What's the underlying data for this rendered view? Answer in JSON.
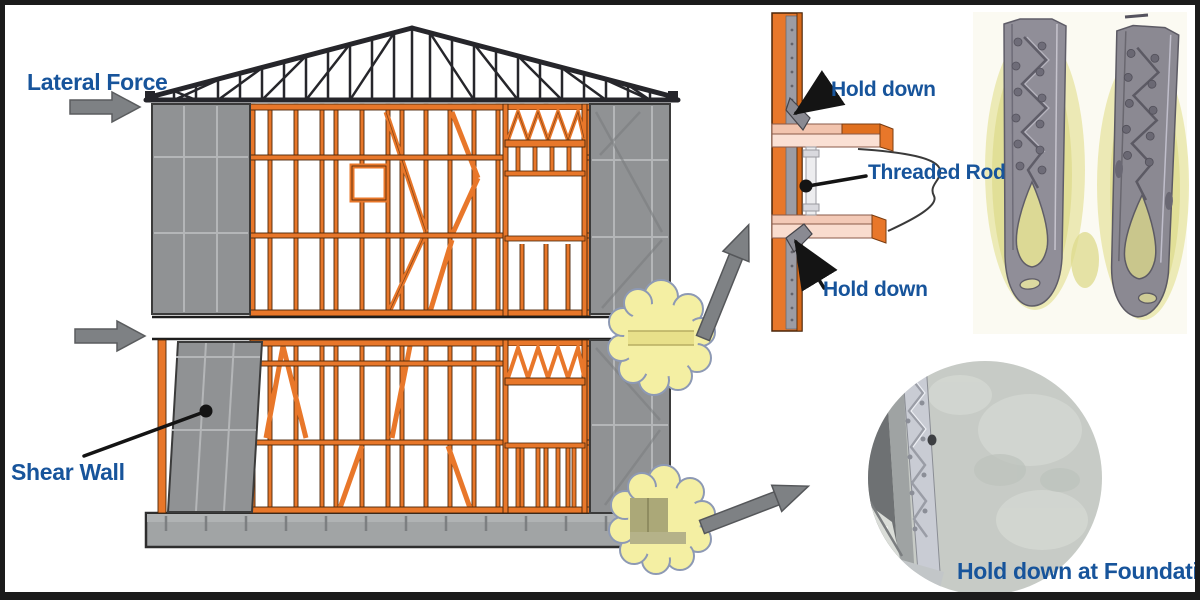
{
  "diagram": {
    "labels": {
      "lateral_force": "Lateral Force",
      "shear_wall": "Shear Wall",
      "hold_down_top": "Hold down",
      "threaded_rod": "Threaded Rod",
      "hold_down_bottom": "Hold down",
      "hold_down_foundation": "Hold down at Foundation"
    },
    "icons": {
      "lateral_force_arrow_upper": "right-arrow",
      "lateral_force_arrow_lower": "right-arrow",
      "detail_pointer_arrow": "up-right-arrow",
      "foundation_pointer_arrow": "up-right-arrow",
      "zoom_cloud_floor": "burst-cloud",
      "zoom_cloud_foundation": "burst-cloud"
    },
    "colors": {
      "label_blue": "#17549B",
      "framing_orange": "#E8772A",
      "panel_gray": "#909294",
      "cloud_yellow": "#F4EFA3",
      "arrow_gray": "#7E8184",
      "truss_dark": "#26262B",
      "beam_pink": "#F5CDBA",
      "foundation_gray": "#A1A4A5",
      "photo_stain_yellow": "#DEDB8C",
      "bracket_metal_gray": "#908E98"
    }
  }
}
